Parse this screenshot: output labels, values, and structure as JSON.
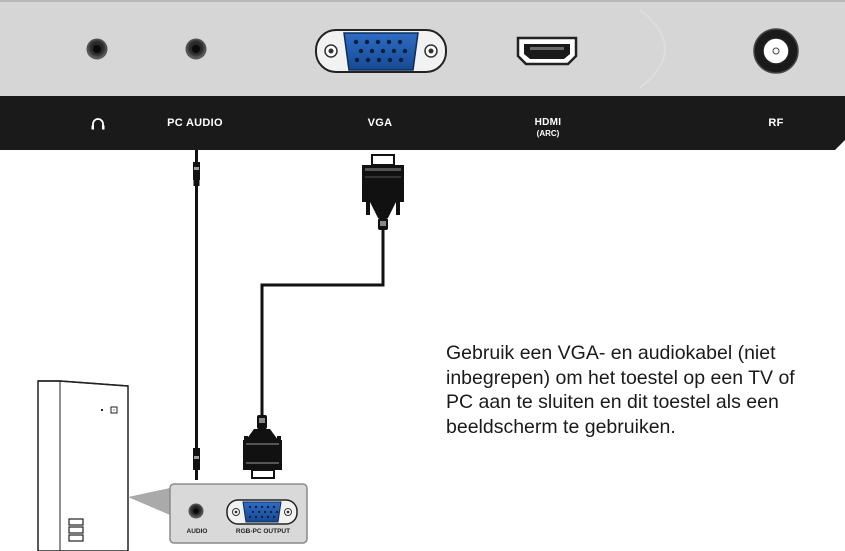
{
  "tv_panel": {
    "labels": {
      "headphone_icon": "headphone-icon",
      "pc_audio": "PC AUDIO",
      "vga": "VGA",
      "hdmi": "HDMI",
      "hdmi_sub": "(ARC)",
      "rf": "RF"
    }
  },
  "pc_panel": {
    "audio_label": "AUDIO",
    "rgb_label": "RGB-PC OUTPUT"
  },
  "instruction_text": "Gebruik een VGA- en audiokabel (niet inbegrepen) om het toestel op een TV of PC aan te sluiten en dit toestel als een beeldscherm te gebruiken.",
  "colors": {
    "panel_gray": "#d4d4d4",
    "label_strip": "#1a1a1a",
    "vga_blue": "#1f56a8",
    "cable": "#111111"
  }
}
